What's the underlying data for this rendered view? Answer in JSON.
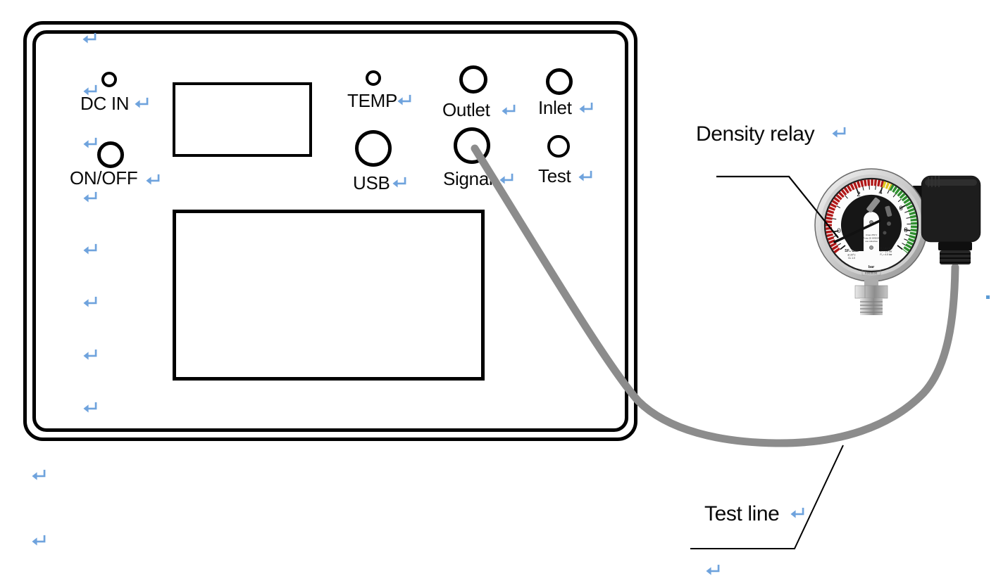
{
  "device_panel": {
    "controls": [
      {
        "id": "dc-in",
        "label": "DC IN",
        "type": "led"
      },
      {
        "id": "on-off",
        "label": "ON/OFF",
        "type": "button"
      },
      {
        "id": "temp",
        "label": "TEMP",
        "type": "led"
      },
      {
        "id": "usb",
        "label": "USB",
        "type": "port"
      },
      {
        "id": "outlet",
        "label": "Outlet",
        "type": "port"
      },
      {
        "id": "signal",
        "label": "Signal",
        "type": "port"
      },
      {
        "id": "inlet",
        "label": "Inlet",
        "type": "port"
      },
      {
        "id": "test",
        "label": "Test",
        "type": "port"
      }
    ]
  },
  "annotations": {
    "density_relay": "Density relay",
    "test_line": "Test line"
  },
  "gauge": {
    "scale_numbers": [
      "0",
      "2",
      "4",
      "6",
      "8"
    ],
    "dial": {
      "gas": "SF₆ Gas",
      "temp_ref": "at 20°C",
      "class": "CL 1.0",
      "unit": "bar",
      "setpoints": [
        "P₁ = 5.2 bar",
        "P₂ = 5.0 bar",
        "P₃ = 4.5 bar"
      ],
      "rating": [
        "Umax 250 V",
        "Pmax 20 W/50VA",
        "non-inductive"
      ],
      "serial": "0000000"
    },
    "zone_colors": {
      "red": "#b11818",
      "yellow": "#e0c522",
      "green": "#2f8f2f"
    }
  },
  "cable_color": "#8c8c8c",
  "format_marks": {
    "color": "#6fa3dd",
    "positions": [
      [
        115,
        44
      ],
      [
        116,
        118
      ],
      [
        189,
        136
      ],
      [
        116,
        193
      ],
      [
        205,
        245
      ],
      [
        116,
        270
      ],
      [
        562,
        132
      ],
      [
        710,
        146
      ],
      [
        820,
        143
      ],
      [
        555,
        249
      ],
      [
        707,
        244
      ],
      [
        819,
        240
      ],
      [
        116,
        344
      ],
      [
        116,
        419
      ],
      [
        116,
        494
      ],
      [
        116,
        569
      ],
      [
        43,
        665
      ],
      [
        43,
        758
      ],
      [
        1179,
        178
      ],
      [
        1120,
        719
      ],
      [
        1000,
        800
      ]
    ],
    "anchor_dot": [
      1400,
      420
    ]
  }
}
